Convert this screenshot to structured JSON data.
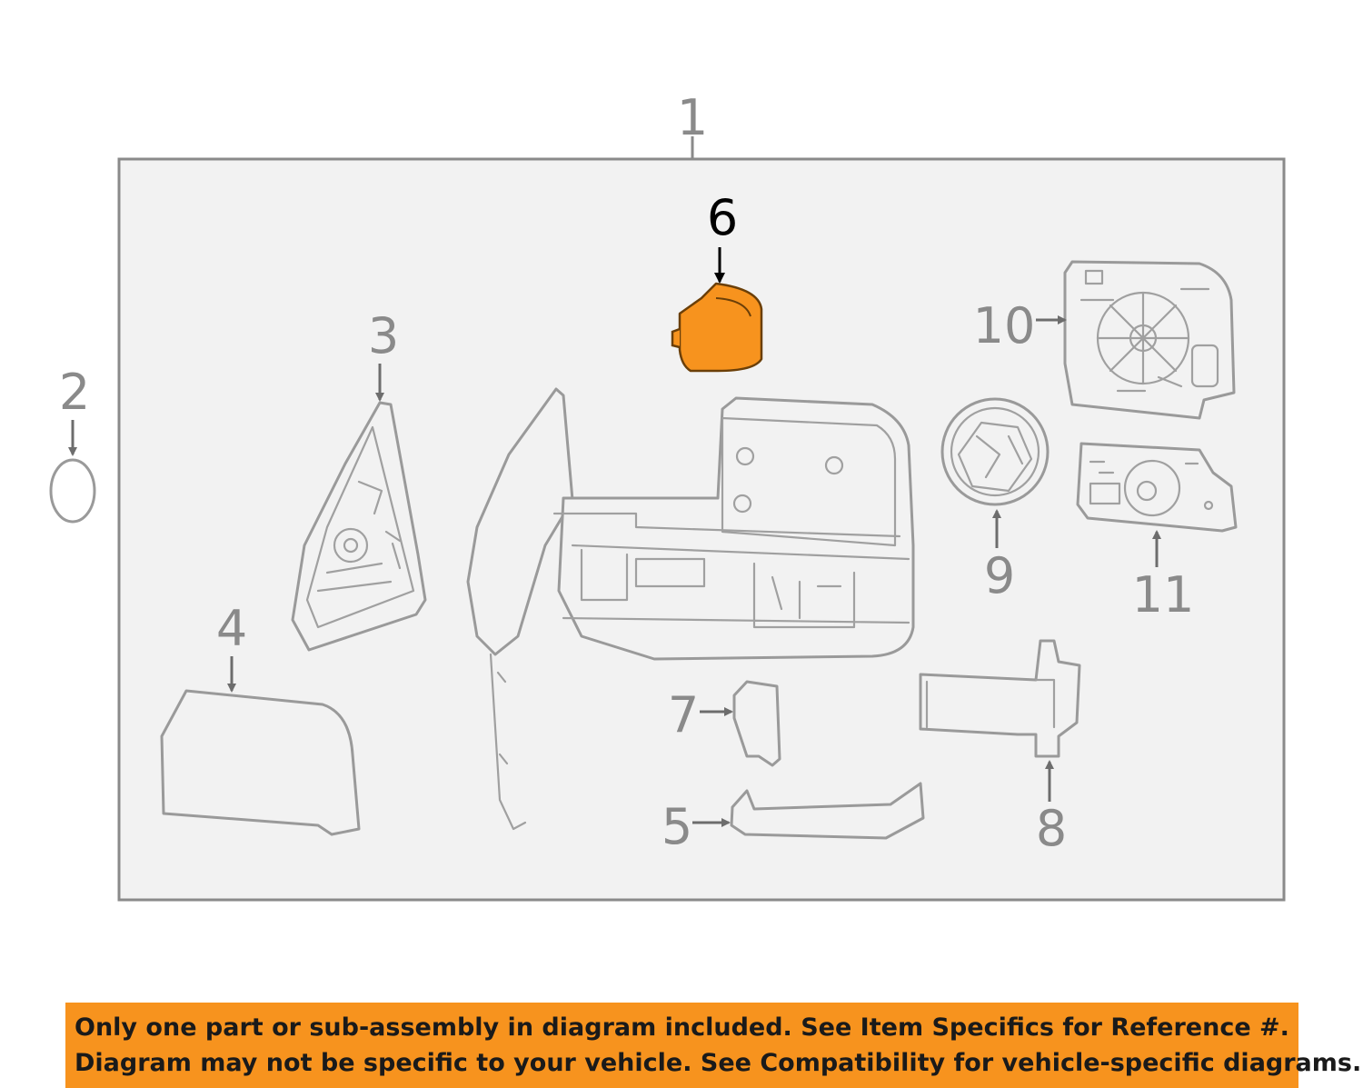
{
  "diagram": {
    "frame_label": "1",
    "callouts": [
      {
        "id": "c2",
        "text": "2"
      },
      {
        "id": "c3",
        "text": "3"
      },
      {
        "id": "c4",
        "text": "4"
      },
      {
        "id": "c5",
        "text": "5"
      },
      {
        "id": "c6",
        "text": "6",
        "highlighted": true
      },
      {
        "id": "c7",
        "text": "7"
      },
      {
        "id": "c8",
        "text": "8"
      },
      {
        "id": "c9",
        "text": "9"
      },
      {
        "id": "c10",
        "text": "10"
      },
      {
        "id": "c11",
        "text": "11"
      }
    ],
    "colors": {
      "highlight_part": "#f7931e",
      "banner": "#f7931e",
      "line_art": "#9a9a9a",
      "callout_text": "#8a8a8a",
      "highlight_text": "#000000"
    }
  },
  "disclaimer": {
    "line1": "Only one part or sub-assembly in diagram included. See Item Specifics for Reference #.",
    "line2": "Diagram may not be specific to your vehicle. See Compatibility for vehicle-specific diagrams."
  }
}
